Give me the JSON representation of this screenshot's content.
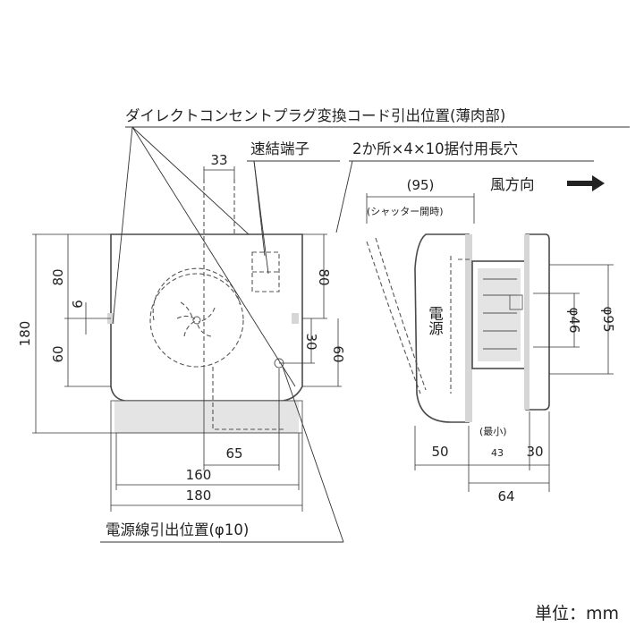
{
  "labels": {
    "direct_plug_cord_exit": "ダイレクトコンセントプラグ変換コード引出位置(薄肉部)",
    "quick_terminal": "速結端子",
    "mounting_slots": "2か所×4×10据付用長穴",
    "airflow_direction": "風方向",
    "shutter_open": "(シャッター開時)",
    "shutter_open_dim": "(95)",
    "power_source": "電源",
    "power_cord_exit": "電源線引出位置(φ10)",
    "minimum": "(最小)",
    "unit": "単位：mm"
  },
  "dimensions": {
    "front_top_33": "33",
    "front_left_180": "180",
    "front_left_80": "80",
    "front_left_6": "6",
    "front_left_60": "60",
    "front_right_80": "80",
    "front_right_30": "30",
    "front_right_60": "60",
    "front_bottom_65": "65",
    "front_bottom_160": "160",
    "front_bottom_180": "180",
    "side_phi46": "φ46",
    "side_phi95": "φ95",
    "side_50": "50",
    "side_43": "43",
    "side_30": "30",
    "side_64": "64"
  },
  "icons": {
    "arrow": "right-arrow-icon"
  }
}
